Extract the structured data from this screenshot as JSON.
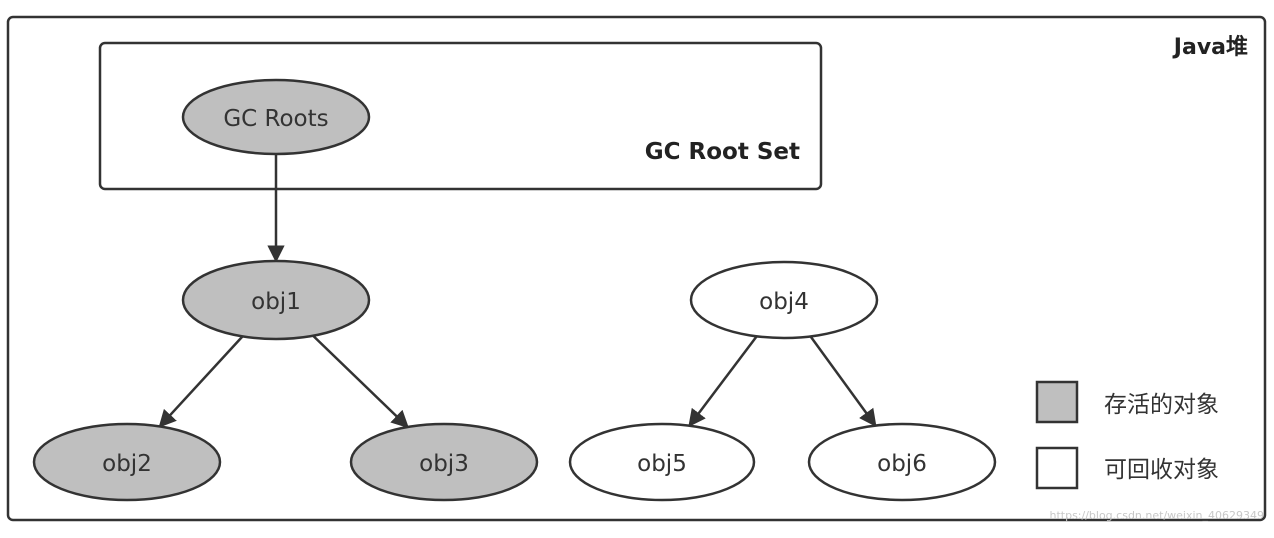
{
  "heap_title": "Java堆",
  "root_set_title": "GC Root Set",
  "colors": {
    "alive": "#bfbfbf",
    "collectable": "#ffffff",
    "stroke": "#333333"
  },
  "nodes": {
    "gc_roots": {
      "label": "GC Roots",
      "state": "alive"
    },
    "obj1": {
      "label": "obj1",
      "state": "alive"
    },
    "obj2": {
      "label": "obj2",
      "state": "alive"
    },
    "obj3": {
      "label": "obj3",
      "state": "alive"
    },
    "obj4": {
      "label": "obj4",
      "state": "collectable"
    },
    "obj5": {
      "label": "obj5",
      "state": "collectable"
    },
    "obj6": {
      "label": "obj6",
      "state": "collectable"
    }
  },
  "edges": [
    [
      "gc_roots",
      "obj1"
    ],
    [
      "obj1",
      "obj2"
    ],
    [
      "obj1",
      "obj3"
    ],
    [
      "obj4",
      "obj5"
    ],
    [
      "obj4",
      "obj6"
    ]
  ],
  "legend": {
    "alive_label": "存活的对象",
    "collectable_label": "可回收对象"
  },
  "watermark": "https://blog.csdn.net/weixin_40629349"
}
